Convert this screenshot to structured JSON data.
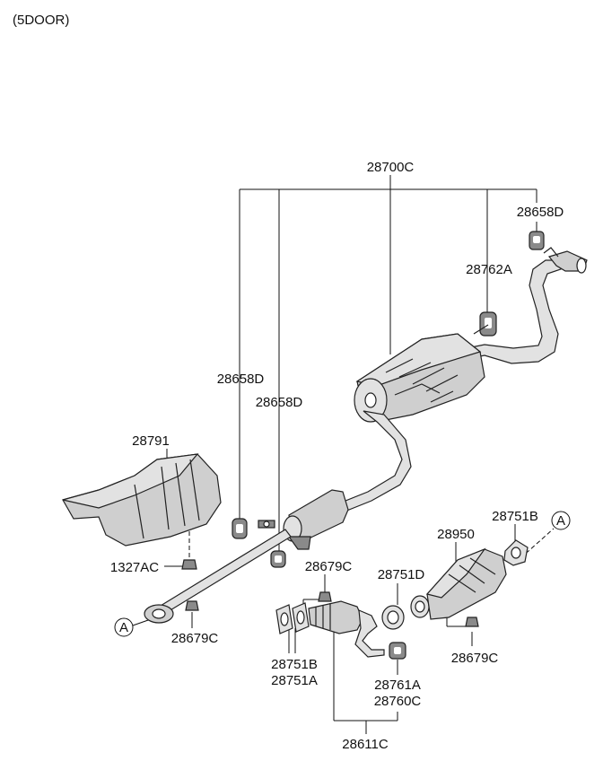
{
  "header": {
    "title": "(5DOOR)"
  },
  "labels": {
    "assembly": "28700C",
    "hanger_rear": "28658D",
    "hanger_mid": "28762A",
    "hanger_front_1": "28658D",
    "hanger_front_2": "28658D",
    "heat_protector": "28791",
    "bolt_protector": "1327AC",
    "nut_front": "28679C",
    "nut_mid": "28679C",
    "nut_conv": "28679C",
    "gasket_cat_left": "28751B",
    "gasket_cat_left2": "28751A",
    "gasket_mid": "28751D",
    "gasket_right": "28751B",
    "converter": "28950",
    "hanger_761": "28761A",
    "hanger_760": "28760C",
    "front_pipe": "28611C",
    "ref_a_left": "A",
    "ref_a_right": "A"
  }
}
